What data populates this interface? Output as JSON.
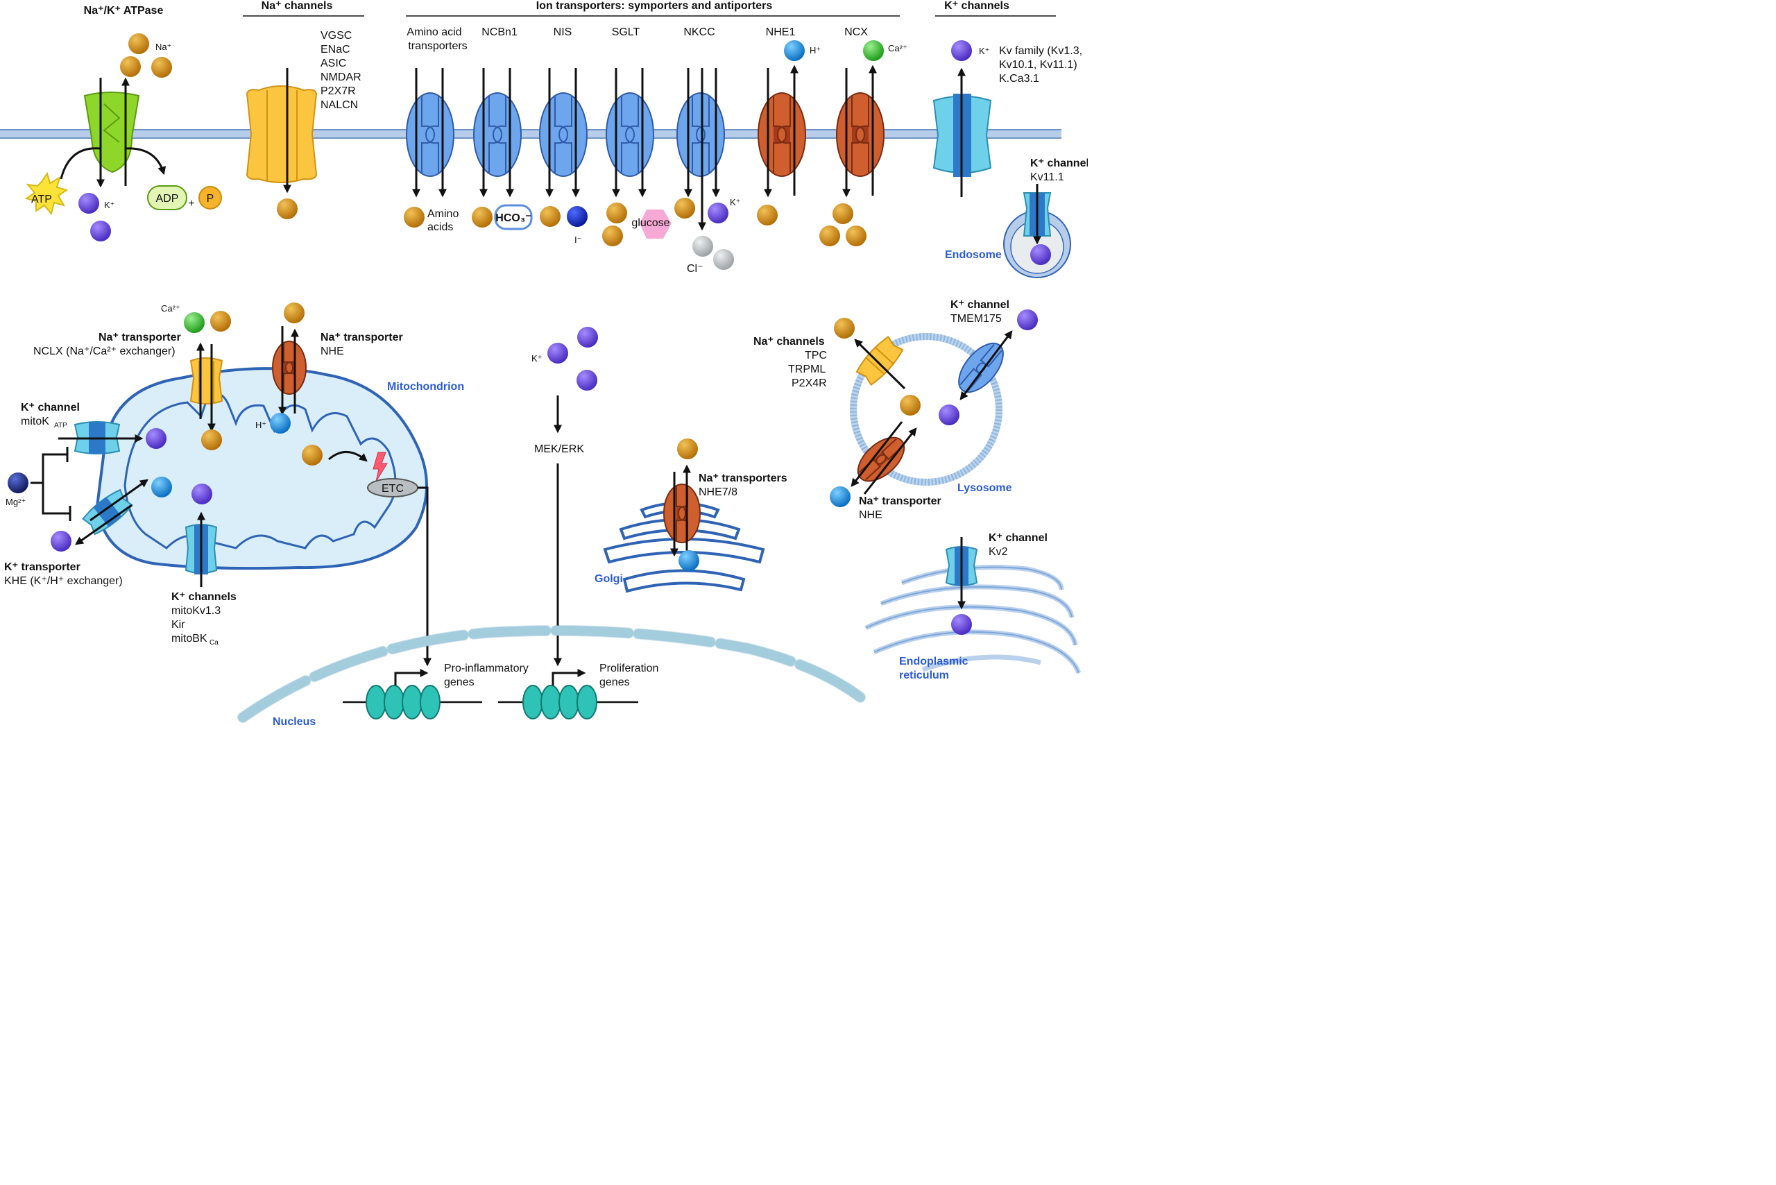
{
  "headers": {
    "atpase": "Na⁺/K⁺ ATPase",
    "na_channels": "Na⁺ channels",
    "ion_transporters": "Ion transporters: symporters and antiporters",
    "k_channels": "K⁺ channels"
  },
  "na_channel_list": [
    "VGSC",
    "ENaC",
    "ASIC",
    "NMDAR",
    "P2X7R",
    "NALCN"
  ],
  "transporter_names": [
    "Amino acid",
    "transporters",
    "NCBn1",
    "NIS",
    "SGLT",
    "NKCC",
    "NHE1",
    "NCX"
  ],
  "k_channel_list": [
    "Kv family (Kv1.3,",
    "Kv10.1, Kv11.1)",
    "K.Ca3.1"
  ],
  "ions": {
    "na": "Na⁺",
    "k": "K⁺",
    "h": "H⁺",
    "ca": "Ca²⁺",
    "cl": "Cl⁻",
    "i": "I⁻",
    "mg": "Mg²⁺"
  },
  "molecules": {
    "atp": "ATP",
    "adp": "ADP",
    "plus": "+",
    "p": "P",
    "amino_acids_1": "Amino",
    "amino_acids_2": "acids",
    "hco3": "HCO₃⁻",
    "glucose": "glucose"
  },
  "endosome": {
    "title": "K⁺ channel",
    "sub": "Kv11.1",
    "name": "Endosome"
  },
  "mito": {
    "name": "Mitochondrion",
    "nclx_title": "Na⁺ transporter",
    "nclx_sub": "NCLX (Na⁺/Ca²⁺ exchanger)",
    "nhe_title": "Na⁺ transporter",
    "nhe_sub": "NHE",
    "katp_title": "K⁺ channel",
    "katp_sub": "mitoK",
    "katp_subscript": "ATP",
    "khe_title": "K⁺ transporter",
    "khe_sub": "KHE (K⁺/H⁺ exchanger)",
    "kch_title": "K⁺ channels",
    "kch_list": [
      "mitoKv1.3",
      "Kir",
      "mitoBK"
    ],
    "kch_subscript": "Ca",
    "etc": "ETC"
  },
  "pathway": {
    "mek": "MEK/ERK"
  },
  "genes": {
    "proinf_1": "Pro-inflammatory",
    "proinf_2": "genes",
    "prolif_1": "Proliferation",
    "prolif_2": "genes"
  },
  "nucleus": "Nucleus",
  "golgi": {
    "name": "Golgi",
    "title": "Na⁺ transporters",
    "sub": "NHE7/8"
  },
  "lysosome": {
    "name": "Lysosome",
    "kch_title": "K⁺ channel",
    "kch_sub": "TMEM175",
    "na_title": "Na⁺  channels",
    "na_list": [
      "TPC",
      "TRPML",
      "P2X4R"
    ],
    "nhe_title": "Na⁺ transporter",
    "nhe_sub": "NHE"
  },
  "er": {
    "title": "K⁺ channel",
    "sub": "Kv2",
    "name_1": "Endoplasmic",
    "name_2": "reticulum"
  },
  "colors": {
    "membrane": "#b7cde9",
    "na": "#d08a12",
    "k": "#6646d8",
    "h": "#1a8fe0",
    "ca": "#35c42f",
    "cl": "#c3c7c9",
    "mg": "#1d2a8a",
    "atpase": "#8fd62a",
    "na_channel": "#fbc53f",
    "symporter": "#6ea6ee",
    "antiporter": "#cf5f2f",
    "k_channel": "#6fd0ea",
    "mito_fill": "#d9eef8",
    "organelle_line": "#2e63b5",
    "text_blue": "#2a5bd7"
  }
}
